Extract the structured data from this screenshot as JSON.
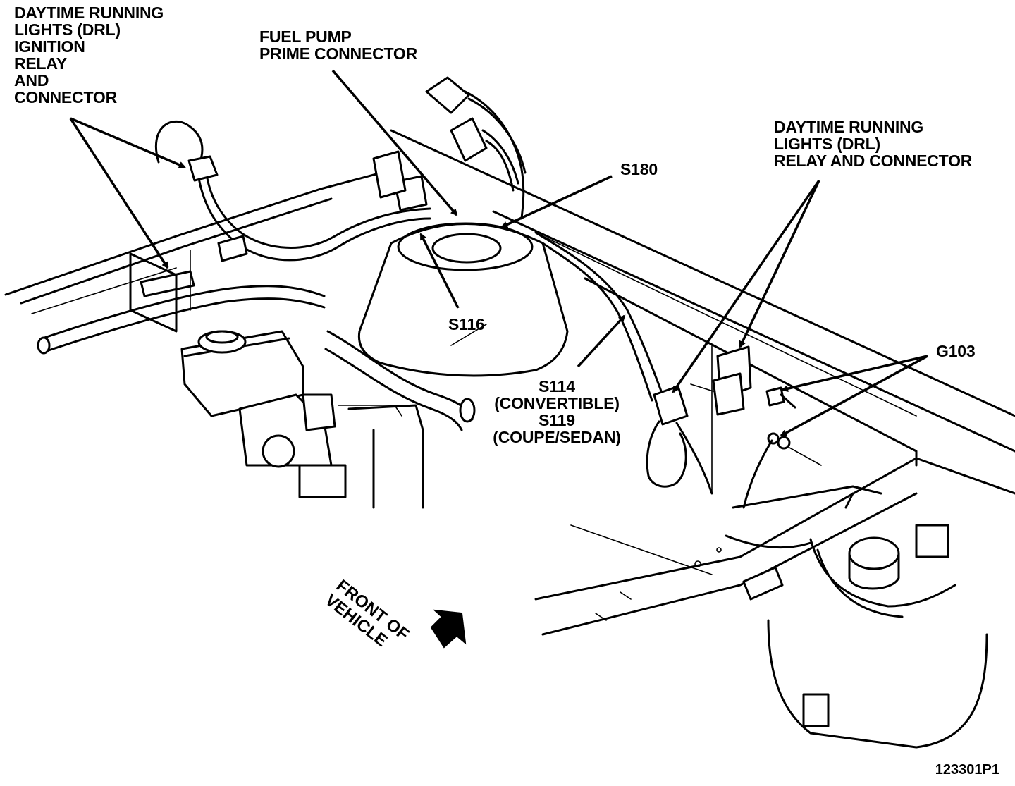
{
  "labels": {
    "drl_ignition_relay": [
      "DAYTIME RUNNING",
      "LIGHTS (DRL)",
      "IGNITION",
      "RELAY",
      "AND",
      "CONNECTOR"
    ],
    "fuel_pump_prime": [
      "FUEL PUMP",
      "PRIME CONNECTOR"
    ],
    "drl_relay": [
      "DAYTIME RUNNING",
      "LIGHTS (DRL)",
      "RELAY AND CONNECTOR"
    ],
    "s180": "S180",
    "s116": "S116",
    "s114": [
      "S114",
      "(CONVERTIBLE)",
      "S119",
      "(COUPE/SEDAN)"
    ],
    "g103": "G103",
    "front_of_vehicle": [
      "FRONT OF",
      "VEHICLE"
    ]
  },
  "figure_id": "123301P1"
}
